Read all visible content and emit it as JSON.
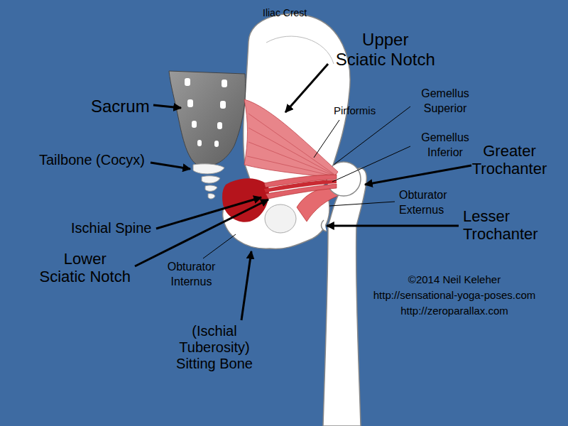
{
  "diagram": {
    "labels": [
      "Iliac Crest",
      "Upper Sciatic Notch",
      "Sacrum",
      "Pirformis",
      "Gemellus Superior",
      "Gemellus Inferior",
      "Greater Trochanter",
      "Tailbone (Cocyx)",
      "Obturator Externus",
      "Lesser Trochanter",
      "Ischial Spine",
      "Lower Sciatic Notch",
      "Obturator Internus",
      "(Ischial Tuberosity) Sitting Bone",
      "©2014 Neil Keleher",
      "http://sensational-yoga-poses.com",
      "http://zeroparallax.com"
    ]
  }
}
